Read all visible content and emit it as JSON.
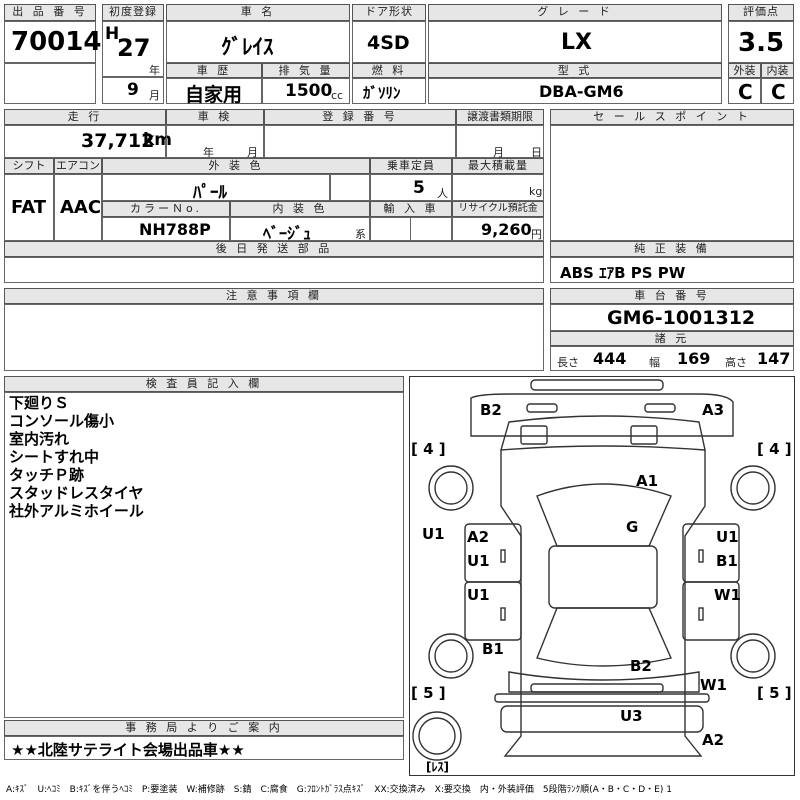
{
  "headers": {
    "lot_no": "出 品 番 号",
    "first_reg": "初度登録",
    "car_name": "車 名",
    "door": "ドア形状",
    "grade": "グ レ ー ド",
    "score": "評価点",
    "history": "車 歴",
    "displacement": "排 気 量",
    "fuel": "燃 料",
    "model": "型 式",
    "exterior": "外装",
    "interior": "内装",
    "mileage": "走 行",
    "inspection": "車 検",
    "reg_no": "登 録 番 号",
    "transfer_doc": "譲渡書類期限",
    "sales_point": "セ ー ル ス ポ イ ン ト",
    "shift": "シフト",
    "aircon": "エアコン",
    "ext_color": "外 装 色",
    "capacity": "乗車定員",
    "max_load": "最大積載量",
    "color_no": "カラーＮo.",
    "int_color": "内 装 色",
    "import": "輸 入 車",
    "recycle": "リサイクル預託金",
    "later_parts": "後 日 発 送 部 品",
    "genuine_equip": "純 正 装 備",
    "notes": "注 意 事 項 欄",
    "chassis_no": "車 台 番 号",
    "dimensions": "諸 元",
    "inspector": "検 査 員 記 入 欄",
    "office_info": "事 務 局 よ り ご 案 内"
  },
  "values": {
    "lot_no": "70014",
    "era": "H",
    "year": "27",
    "year_unit": "年",
    "month": "9",
    "month_unit": "月",
    "car_name": "ｸﾞﾚｲｽ",
    "door": "4SD",
    "grade": "LX",
    "score": "3.5",
    "history": "自家用",
    "displacement": "1500",
    "displacement_unit": "cc",
    "fuel": "ｶﾞｿﾘﾝ",
    "model": "DBA-GM6",
    "exterior_grade": "C",
    "interior_grade": "C",
    "mileage": "37,712",
    "mileage_unit": "km",
    "insp_year_unit": "年",
    "insp_month_unit": "月",
    "doc_month_unit": "月",
    "doc_day_unit": "日",
    "shift": "FAT",
    "aircon": "AAC",
    "ext_color": "ﾊﾟｰﾙ",
    "capacity": "5",
    "capacity_unit": "人",
    "max_load_unit": "kg",
    "color_no": "NH788P",
    "int_color": "ﾍﾞｰｼﾞｭ",
    "int_color_suffix": "系",
    "recycle": "9,260",
    "recycle_unit": "円",
    "genuine_equip": "ABS ｴｱB PS PW",
    "chassis_no": "GM6-1001312",
    "length_label": "長さ",
    "length": "444",
    "width_label": "幅",
    "width": "169",
    "height_label": "高さ",
    "height": "147"
  },
  "inspector_notes": [
    "下廻りＳ",
    "コンソール傷小",
    "室内汚れ",
    "シートすれ中",
    "タッチＰ跡",
    "スタッドレスタイヤ",
    "社外アルミホイール"
  ],
  "office_note": "★★北陸サテライト会場出品車★★",
  "legend": "A:ｷｽﾞ　U:ﾍｺﾐ　B:ｷｽﾞを伴うﾍｺﾐ　P:要塗装　W:補修跡　S:錆　C:腐食　G:ﾌﾛﾝﾄｶﾞﾗｽ点ｷｽﾞ　XX:交換済み　X:要交換　内・外装評価　5段階ﾗﾝｸ順(A・B・C・D・E) 1",
  "diagram_marks": {
    "b2_top": "B2",
    "a3": "A3",
    "tire_front_left": "[ 4 ]",
    "tire_front_right": "[ 4 ]",
    "a1": "A1",
    "g": "G",
    "u1_outer_left": "U1",
    "a2_left": "A2",
    "u1_left_front": "U1",
    "u1_right_front": "U1",
    "b1_right": "B1",
    "u1_left_rear": "U1",
    "w1_right": "W1",
    "b1_left": "B1",
    "b2_rear": "B2",
    "w1_rear": "W1",
    "tire_rear_left": "[ 5 ]",
    "tire_rear_right": "[ 5 ]",
    "u3": "U3",
    "a2_bottom": "A2",
    "spare": "[ﾚｽ]"
  }
}
